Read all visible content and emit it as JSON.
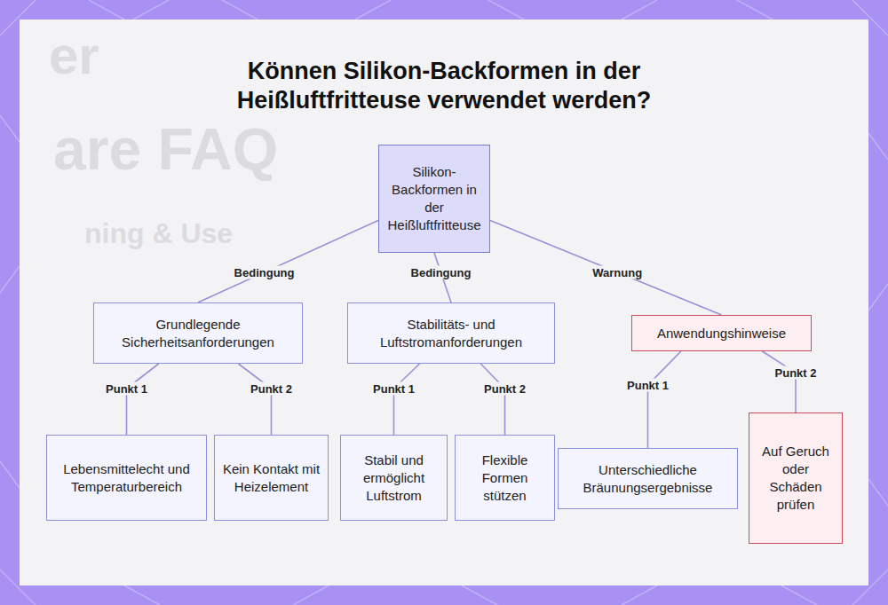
{
  "diagram": {
    "title": "Können Silikon-Backformen in der Heißluftfritteuse verwendet werden?",
    "nodes": [
      {
        "text": [
          "Silikon-Backformen in der Heißluftfritteuse"
        ]
      },
      {
        "text": [
          "Grundlegende Sicherheitsanforderungen"
        ]
      },
      {
        "text": [
          "Stabilitäts- und Luftstromanforderungen"
        ]
      },
      {
        "text": [
          "Anwendungshinweise"
        ]
      },
      {
        "text": [
          "Lebensmittelecht und Temperaturbereich"
        ]
      },
      {
        "text": [
          "Kein Kontakt mit Heizelement"
        ]
      },
      {
        "text": [
          "Stabil und ermöglicht Luftstrom"
        ]
      },
      {
        "text": [
          "Flexible Formen stützen"
        ]
      },
      {
        "text": [
          "Unterschiedliche Bräunungsergebnisse"
        ]
      },
      {
        "text": [
          "Auf Geruch oder Schäden prüfen"
        ]
      }
    ],
    "edges": [
      {
        "from": 0,
        "to": 1,
        "label": "Bedingung",
        "arrow": "none"
      },
      {
        "from": 0,
        "to": 2,
        "label": "Bedingung",
        "arrow": "none"
      },
      {
        "from": 0,
        "to": 3,
        "label": "Warnung",
        "arrow": "none"
      },
      {
        "from": 1,
        "to": 4,
        "label": "Punkt 1",
        "arrow": "none"
      },
      {
        "from": 1,
        "to": 5,
        "label": "Punkt 2",
        "arrow": "none"
      },
      {
        "from": 2,
        "to": 6,
        "label": "Punkt 1",
        "arrow": "none"
      },
      {
        "from": 2,
        "to": 7,
        "label": "Punkt 2",
        "arrow": "none"
      },
      {
        "from": 3,
        "to": 8,
        "label": "Punkt 1",
        "arrow": "none"
      },
      {
        "from": 3,
        "to": 9,
        "label": "Punkt 2",
        "arrow": "none"
      }
    ],
    "labels": [
      "er",
      "are FAQ",
      "ning & Use"
    ]
  }
}
